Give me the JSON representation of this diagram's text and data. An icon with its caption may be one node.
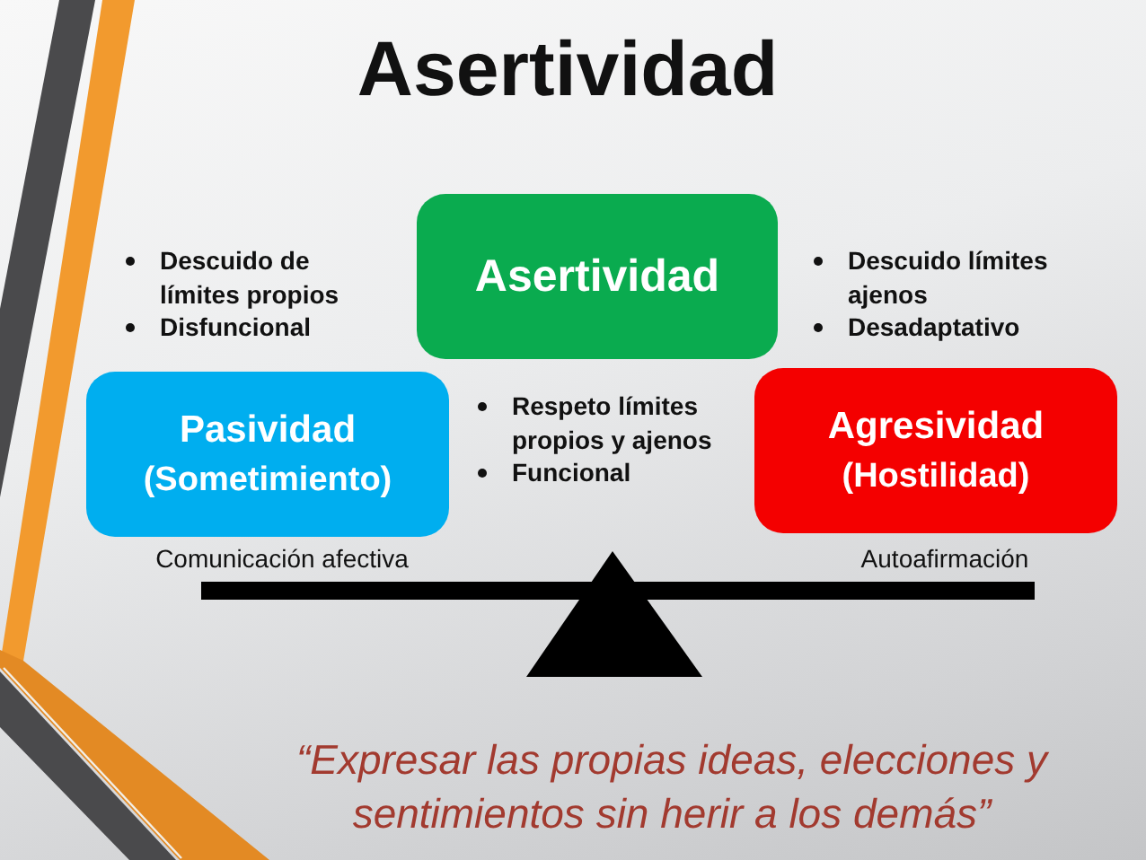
{
  "diagram": {
    "title": "Asertividad",
    "caption": "“Expresar las propias ideas, elecciones y sentimientos sin herir a los demás”",
    "nodes": [
      {
        "text": [
          "Asertividad"
        ],
        "beside": [
          "Respeto límites propios y ajenos",
          "Funcional"
        ]
      },
      {
        "text": [
          "Pasividad",
          "(Sometimiento)"
        ],
        "beside": [
          "Descuido de límites propios",
          "Disfuncional"
        ]
      },
      {
        "text": [
          "Agresividad",
          "(Hostilidad)"
        ],
        "beside": [
          "Descuido límites ajenos",
          "Desadaptativo"
        ]
      }
    ],
    "labels": [
      "Comunicación afectiva",
      "Autoafirmación"
    ]
  }
}
